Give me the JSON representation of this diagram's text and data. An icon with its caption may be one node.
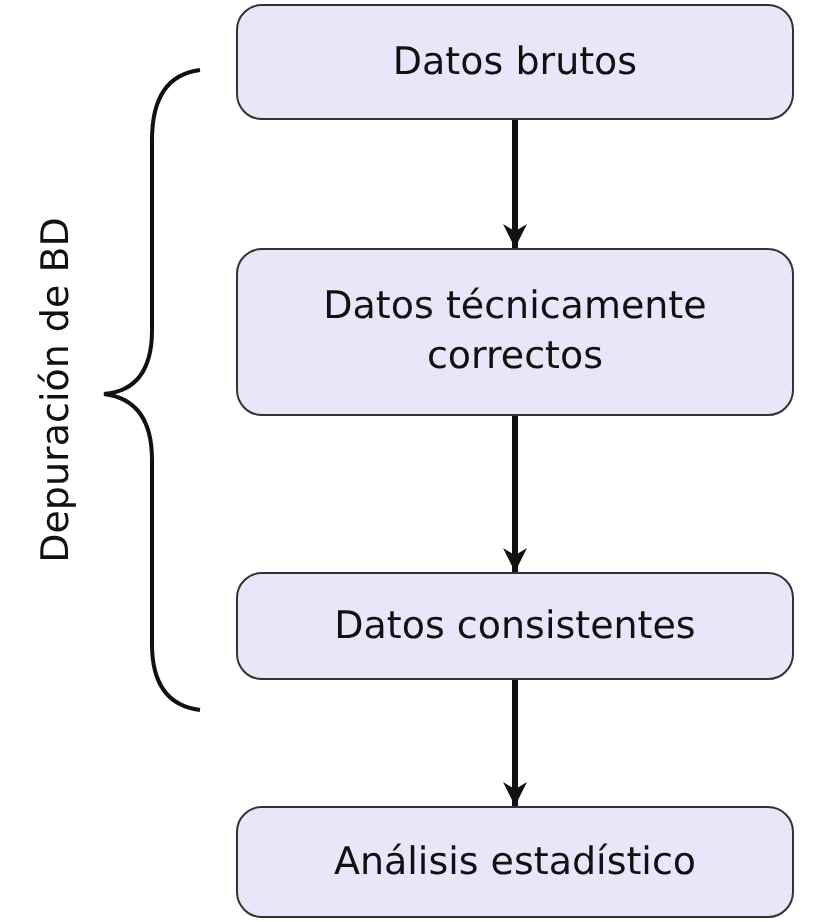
{
  "diagram": {
    "nodes": [
      {
        "text": [
          "Datos brutos"
        ]
      },
      {
        "text": [
          "Datos técnicamente correctos"
        ]
      },
      {
        "text": [
          "Datos consistentes"
        ]
      },
      {
        "text": [
          "Análisis estadístico"
        ]
      }
    ],
    "edges": [
      {
        "from": 0,
        "to": 1,
        "arrow": "to"
      },
      {
        "from": 1,
        "to": 2,
        "arrow": "to"
      },
      {
        "from": 2,
        "to": 3,
        "arrow": "to"
      }
    ],
    "labels": [
      "Depuración de BD"
    ]
  }
}
